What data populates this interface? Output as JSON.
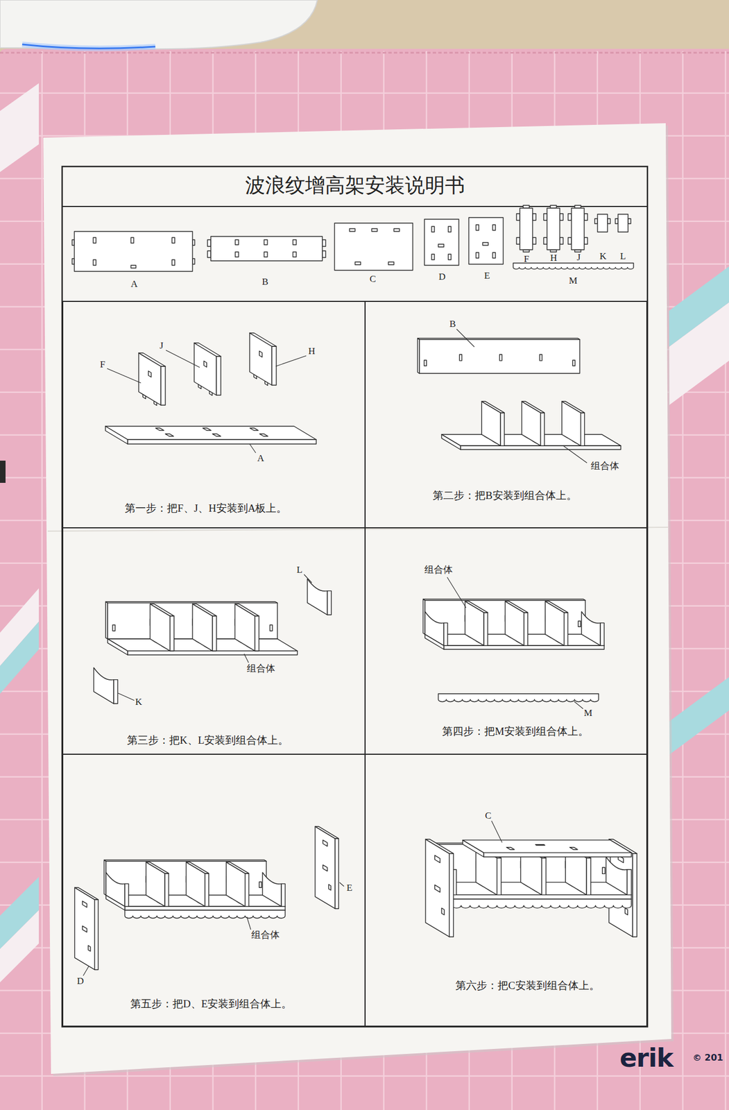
{
  "diagram": {
    "title": "波浪纹增高架安装说明书",
    "nodes": [
      {
        "text": [
          "第一步：把F、J、H安装到A板上。"
        ]
      },
      {
        "text": [
          "第二步：把B安装到组合体上。"
        ]
      },
      {
        "text": [
          "第三步：把K、L安装到组合体上。"
        ]
      },
      {
        "text": [
          "第四步：把M安装到组合体上。"
        ]
      },
      {
        "text": [
          "第五步：把D、E安装到组合体上。"
        ]
      },
      {
        "text": [
          "第六步：把C安装到组合体上。"
        ]
      }
    ],
    "labels": [
      "A",
      "B",
      "C",
      "D",
      "E",
      "F",
      "H",
      "J",
      "K",
      "L",
      "M",
      "F",
      "J",
      "H",
      "A",
      "B",
      "组合体",
      "L",
      "组合体",
      "K",
      "组合体",
      "M",
      "组合体",
      "E",
      "D",
      "C",
      "erik",
      "© 201"
    ]
  }
}
